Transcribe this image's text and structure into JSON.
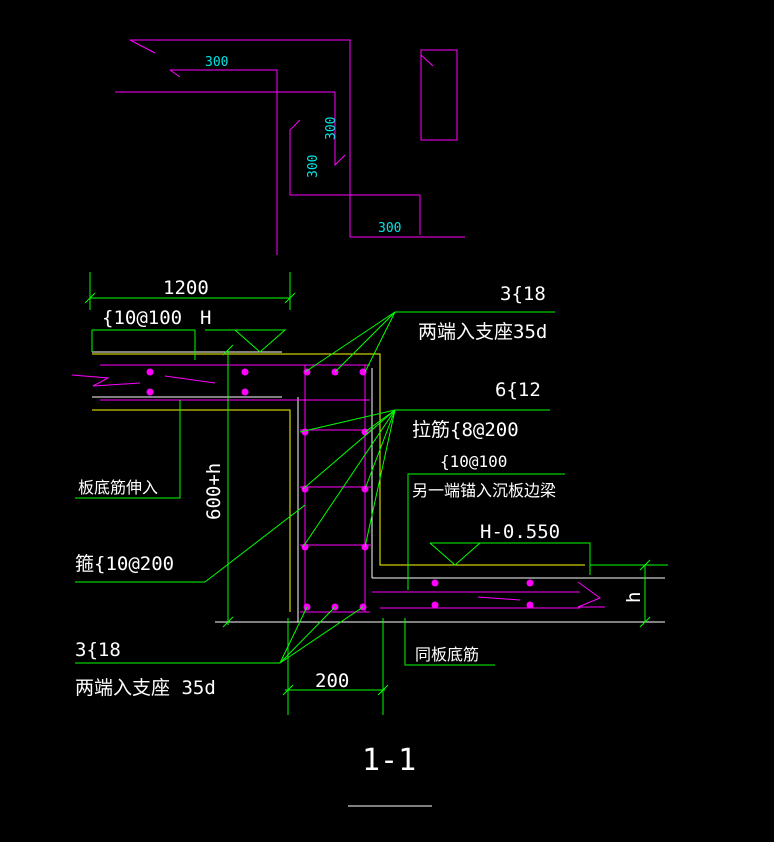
{
  "colors": {
    "background": "#000000",
    "rebar": "#ff00ff",
    "dimension": "#00ff00",
    "concrete_outline": "#ffffff",
    "bend_detail_text": "#00e5e5",
    "slab_edge": "#ffff00"
  },
  "bend_detail": {
    "seg1": "300",
    "seg2": "300",
    "seg3": "300",
    "seg4": "300"
  },
  "section": {
    "dim_width": "1200",
    "slab_top_rebar": "{10@100",
    "elev_top": "H",
    "top_bars_count": "3{18",
    "top_bars_note": "两端入支座35d",
    "side_bars_count": "6{12",
    "tie_bars": "拉筋{8@200",
    "other_slab_rebar": "{10@100",
    "other_slab_note": "另一端锚入沉板边梁",
    "elev_lower": "H-0.550",
    "slab_bottom_note": "板底筋伸入",
    "depth_dim": "600+h",
    "stirrups": "箍{10@200",
    "bottom_bars_count": "3{18",
    "bottom_bars_note": "两端入支座 35d",
    "same_slab_bottom": "同板底筋",
    "slab_thickness": "h",
    "beam_width_dim": "200",
    "section_title": "1-1"
  }
}
